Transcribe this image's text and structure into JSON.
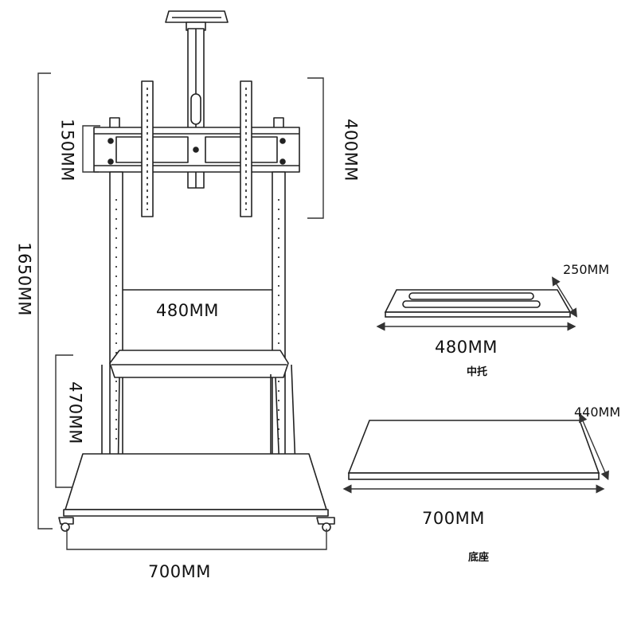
{
  "stand": {
    "height_label": "1650MM",
    "bracket_height_label": "150MM",
    "bracket_span_label": "400MM",
    "column_gap_label": "480MM",
    "shelf_height_label": "470MM",
    "base_width_label": "700MM"
  },
  "middle_tray": {
    "depth_label": "250MM",
    "width_label": "480MM",
    "name": "中托"
  },
  "base": {
    "depth_label": "440MM",
    "width_label": "700MM",
    "name": "底座"
  },
  "colors": {
    "line": "#222222",
    "dim": "#333333",
    "panel": "#ffffff"
  }
}
